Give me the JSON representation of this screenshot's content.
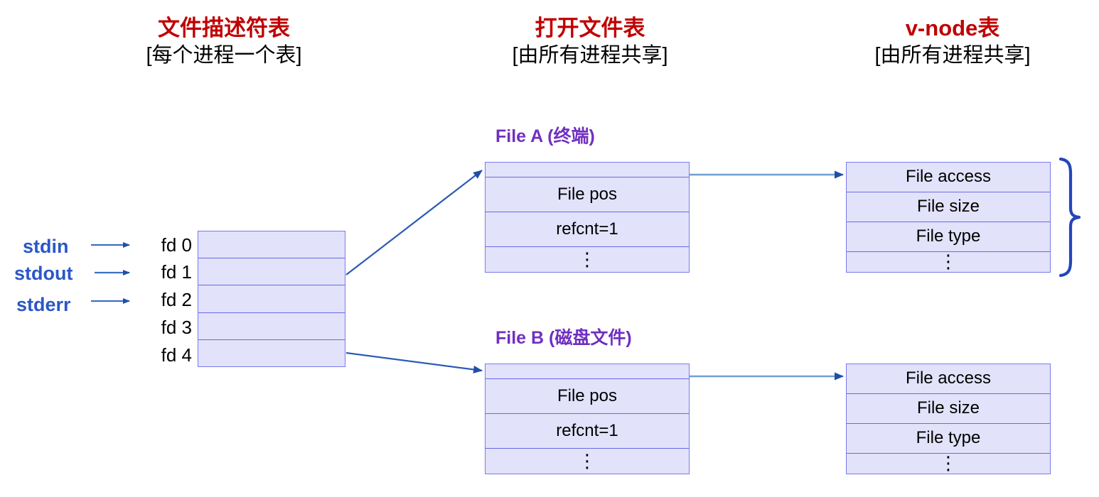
{
  "diagram": {
    "columns": [
      {
        "id": "fd-table",
        "title": "文件描述符表",
        "subtitle": "[每个进程一个表]"
      },
      {
        "id": "open-files",
        "title": "打开文件表",
        "subtitle": "[由所有进程共享]"
      },
      {
        "id": "vnode-table",
        "title": "v-node表",
        "subtitle": "[由所有进程共享]"
      }
    ],
    "std_streams": [
      {
        "name": "stdin",
        "label": "stdin"
      },
      {
        "name": "stdout",
        "label": "stdout"
      },
      {
        "name": "stderr",
        "label": "stderr"
      }
    ],
    "fd_entries": [
      {
        "label": "fd 0"
      },
      {
        "label": "fd 1"
      },
      {
        "label": "fd 2"
      },
      {
        "label": "fd 3"
      },
      {
        "label": "fd 4"
      }
    ],
    "file_a": {
      "label": "File A (终端)",
      "rows": [
        "",
        "File pos",
        "refcnt=1",
        "⋮"
      ]
    },
    "file_b": {
      "label": "File B (磁盘文件)",
      "rows": [
        "",
        "File pos",
        "refcnt=1",
        "⋮"
      ]
    },
    "vnode_a": {
      "rows": [
        "File access",
        "File size",
        "File type",
        "⋮"
      ]
    },
    "vnode_b": {
      "rows": [
        "File access",
        "File size",
        "File type",
        "⋮"
      ]
    },
    "colors": {
      "heading_red": "#c00000",
      "file_label_purple": "#7030c0",
      "std_blue": "#2b57c8",
      "table_fill": "#e2e2fa",
      "table_border": "#7a7aee",
      "arrow_dark": "#1f4fa8",
      "arrow_light": "#6f9fd0",
      "brace_blue": "#2346b8"
    }
  }
}
